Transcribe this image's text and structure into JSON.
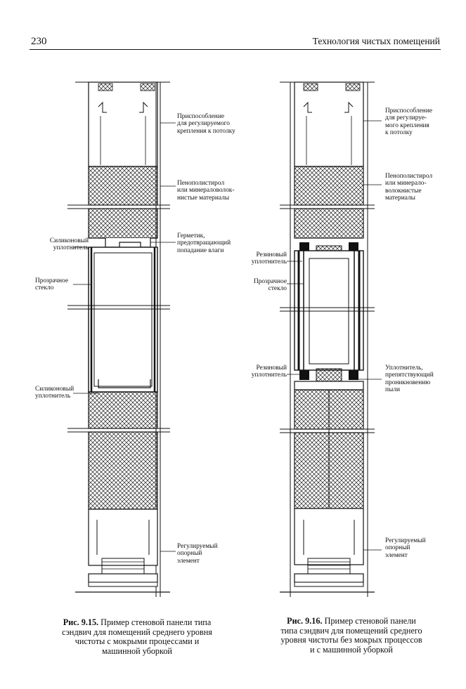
{
  "header": {
    "page_number": "230",
    "title": "Технология чистых помещений"
  },
  "figure_left": {
    "labels": {
      "adjust": "Приспособление\nдля регулируемого\nкрепления к потолку",
      "foam": "Пенополистирол\nили минераловолок-\nнистые материалы",
      "sealant": "Герметик,\nпредотвращающий\nпопадание влаги",
      "silicone_top": "Силиконовый\nуплотнитель",
      "glass": "Прозрачное\nстекло",
      "silicone_bottom": "Силиконовый\nуплотнитель",
      "support": "Регулируемый\nопорный\nэлемент"
    },
    "caption_number": "Рис. 9.15.",
    "caption_text": " Пример стеновой панели типа\nсэндвич для помещений среднего уровня\nчистоты с мокрыми процессами и\nмашинной уборкой"
  },
  "figure_right": {
    "labels": {
      "adjust": "Приспособление\nдля регулируе-\nмого крепления\nк потолку",
      "foam": "Пенополистирол\nили минерало-\nволокнистые\nматериалы",
      "rubber_top": "Резиновый\nуплотнитель",
      "glass": "Прозрачное\nстекло",
      "rubber_bottom": "Резиновый\nуплотнитель",
      "dust_seal": "Уплотнитель,\nпрепятствующий\nпроникновению\nпыли",
      "support": "Регулируемый\nопорный\nэлемент"
    },
    "caption_number": "Рис. 9.16.",
    "caption_text": " Пример стеновой панели\nтипа сэндвич для помещений среднего\nуровня чистоты без мокрых процессов\nи с машинной уборкой"
  }
}
